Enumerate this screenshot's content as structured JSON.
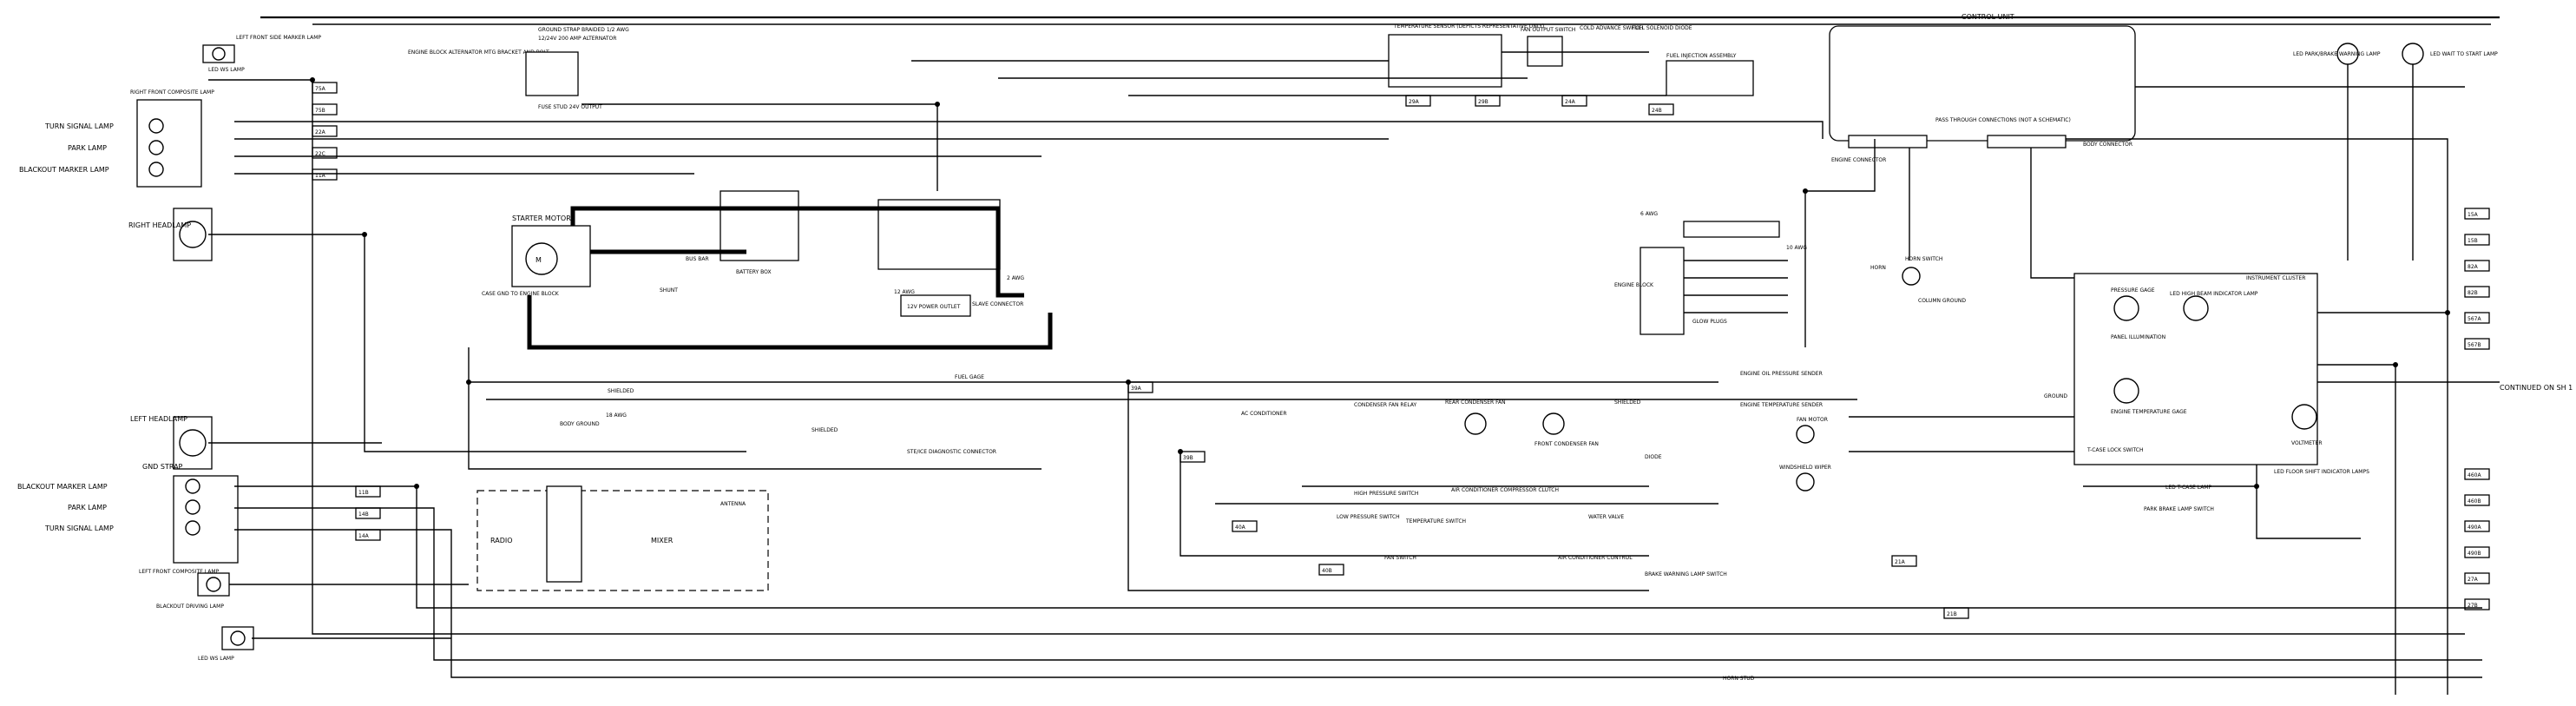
{
  "labels": {
    "left_front_marker_lamp": "LEFT FRONT SIDE MARKER LAMP",
    "right_front_composite": "RIGHT FRONT COMPOSITE LAMP",
    "turn_signal_lamp_r": "TURN SIGNAL LAMP",
    "park_lamp_r": "PARK LAMP",
    "blackout_marker_lamp_r": "BLACKOUT MARKER LAMP",
    "right_headlamp": "RIGHT HEADLAMP",
    "left_headlamp": "LEFT HEADLAMP",
    "gnd_strap": "GND STRAP",
    "blackout_marker_lamp_l": "BLACKOUT MARKER LAMP",
    "park_lamp_l": "PARK LAMP",
    "turn_signal_lamp_l": "TURN SIGNAL LAMP",
    "left_front_composite": "LEFT FRONT COMPOSITE LAMP",
    "blackout_driving_lamp": "BLACKOUT DRIVING LAMP",
    "led_ws_lamp": "LED WS LAMP",
    "engine_block_alternator": "ENGINE BLOCK ALTERNATOR MTG BRACKET AND BOLT",
    "ground_strap": "GROUND STRAP BRAIDED 1/2 AWG",
    "alternator": "12/24V 200 AMP ALTERNATOR",
    "fuse_stud": "FUSE STUD 24V OUTPUT",
    "starter_motor": "STARTER MOTOR",
    "case_gnd": "CASE GND TO ENGINE BLOCK",
    "battery_box": "BATTERY BOX",
    "bus_bar": "BUS BAR",
    "shunt": "SHUNT",
    "power_outlet": "12V POWER OUTLET",
    "slave_connector": "SLAVE CONNECTOR",
    "temp_sensor": "TEMPERATURE SENSOR (DEPICTS REPRESENTATIVE ONLY)",
    "fan_output_switch": "FAN OUTPUT SWITCH",
    "cold_advance_switch": "COLD ADVANCE SWITCH",
    "fuel_solenoid": "FUEL SOLENOID DIODE",
    "fuel_injection": "FUEL INJECTION ASSEMBLY",
    "control_unit": "CONTROL UNIT",
    "pass_through": "PASS THROUGH CONNECTIONS (NOT A SCHEMATIC)",
    "engine_connector": "ENGINE CONNECTOR",
    "body_connector": "BODY CONNECTOR",
    "glow_plugs": "GLOW PLUGS",
    "engine_block": "ENGINE BLOCK",
    "body_ground": "BODY GROUND",
    "shielded_1": "SHIELDED",
    "shielded_2": "SHIELDED",
    "shielded_3": "SHIELDED",
    "radio": "RADIO",
    "mixer": "MIXER",
    "antenna": "ANTENNA",
    "stelco": "STE/ICE DIAGNOSTIC CONNECTOR",
    "fuel_gauge": "FUEL GAGE",
    "ac_compressor": "AC CONDITIONER",
    "condenser_fan_relay": "CONDENSER FAN RELAY",
    "rear_condenser_fan": "REAR CONDENSER FAN",
    "front_condenser_fan": "FRONT CONDENSER FAN",
    "high_pressure_switch": "HIGH PRESSURE SWITCH",
    "low_pressure_switch": "LOW PRESSURE SWITCH",
    "compressor_clutch": "AIR CONDITIONER COMPRESSOR CLUTCH",
    "temp_switch": "TEMPERATURE SWITCH",
    "water_valve": "WATER VALVE",
    "fan_switch": "FAN SWITCH",
    "ac_control": "AIR CONDITIONER CONTROL",
    "brake_warning": "BRAKE WARNING LAMP SWITCH",
    "engine_oil_pressure": "ENGINE OIL PRESSURE SENDER",
    "engine_temp_sender": "ENGINE TEMPERATURE SENDER",
    "horn_switch": "HORN SWITCH",
    "horn": "HORN",
    "column_ground": "COLUMN GROUND",
    "instrument_cluster": "INSTRUMENT CLUSTER",
    "pressure_gauge": "PRESSURE GAGE",
    "panel_illumination": "PANEL ILLUMINATION",
    "temp_gauge": "ENGINE TEMPERATURE GAGE",
    "volt_meter": "VOLTMETER",
    "tach_ground": "GROUND",
    "gear_lock_switch": "T-CASE LOCK SWITCH",
    "led_tcase_lamp": "LED T-CASE LAMP",
    "park_brake_switch": "PARK BRAKE LAMP SWITCH",
    "led_floor_shift": "LED FLOOR SHIFT INDICATOR LAMPS",
    "fan_motor": "FAN MOTOR",
    "windshield_wiper": "WINDSHIELD WIPER",
    "led_park_brake": "LED PARK/BRAKE WARNING LAMP",
    "led_wait_to_start": "LED WAIT TO START LAMP",
    "led_high_beam": "LED HIGH BEAM INDICATOR LAMP",
    "diode": "DIODE",
    "continued": "CONTINUED ON SH 1",
    "awg_6": "6 AWG",
    "awg_10": "10 AWG",
    "awg_12": "12 AWG",
    "awg_2": "2 AWG",
    "awg_18": "18 AWG",
    "horn_stud": "HORN STUD"
  },
  "connector_codes": {
    "c1": "75A",
    "c2": "75B",
    "c3": "22A",
    "c4": "22C",
    "c5": "11A",
    "c6": "11B",
    "c7": "14B",
    "c8": "14A",
    "c9": "15A",
    "c10": "15B",
    "c11": "82A",
    "c12": "82B",
    "c13": "567A",
    "c14": "567B",
    "c15": "460A",
    "c16": "460B",
    "c17": "490A",
    "c18": "490B",
    "c19": "27A",
    "c20": "27B",
    "c21": "29A",
    "c22": "29B",
    "c23": "24A",
    "c24": "24B",
    "c25": "39A",
    "c26": "39B",
    "c27": "40A",
    "c28": "40B",
    "c29": "21A",
    "c30": "21B"
  },
  "colors": {
    "ink": "#000000",
    "paper": "#ffffff"
  }
}
